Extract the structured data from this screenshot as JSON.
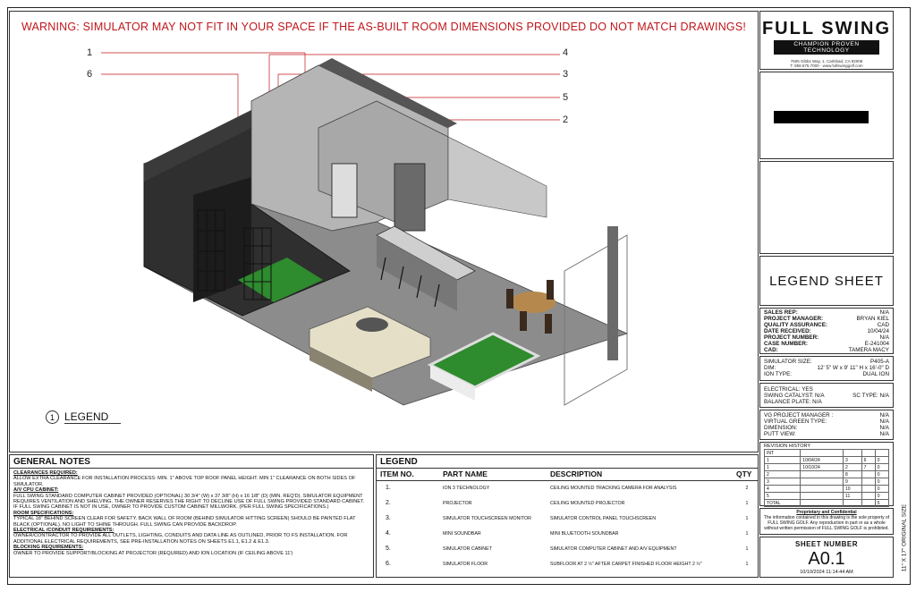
{
  "warning": "WARNING: SIMULATOR MAY NOT FIT IN YOUR SPACE IF THE AS-BUILT ROOM DIMENSIONS PROVIDED DO NOT MATCH DRAWINGS!",
  "callouts_left": [
    "1",
    "6"
  ],
  "callouts_right": [
    "4",
    "3",
    "5",
    "2"
  ],
  "legend_tag": {
    "num": "1",
    "label": "LEGEND"
  },
  "brand": {
    "logo": "FULL SWING",
    "tagline": "CHAMPION PROVEN TECHNOLOGY",
    "address": "7605 Gibbs Way, 1, Carlsbad, CA 92008",
    "phone": "T: 858.675.7000 · www.fullswinggolf.com"
  },
  "sheet_title": "LEGEND SHEET",
  "info": [
    {
      "k": "SALES REP:",
      "v": "N/A"
    },
    {
      "k": "PROJECT MANAGER:",
      "v": "BRYAN KIEL"
    },
    {
      "k": "QUALITY ASSURANCE:",
      "v": "CAD"
    },
    {
      "k": "DATE RECEIVED:",
      "v": "10/04/24"
    },
    {
      "k": "PROJECT NUMBER:",
      "v": "N/A"
    },
    {
      "k": "CASE NUMBER:",
      "v": "E-241004"
    },
    {
      "k": "CAD:",
      "v": "TAMERA MACY"
    }
  ],
  "spec": [
    {
      "k": "SIMULATOR SIZE:",
      "v": "P405-A"
    },
    {
      "k": "DIM:",
      "v": "12' 5\" W x 9' 11\" H x 16'-0\" D"
    },
    {
      "k": "ION TYPE:",
      "v": "DUAL ION"
    }
  ],
  "elec": {
    "electrical_k": "ELECTRICAL:",
    "electrical_v": "YES",
    "catalyst_k": "SWING CATALYST:",
    "catalyst_v": "N/A",
    "sc_k": "SC TYPE:",
    "sc_v": "N/A",
    "balance_k": "BALANCE PLATE:",
    "balance_v": "N/A"
  },
  "vg": [
    {
      "k": "VG PROJECT MANAGER :",
      "v": "N/A"
    },
    {
      "k": "VIRTUAL GREEN TYPE:",
      "v": "N/A"
    },
    {
      "k": "DIMENSION:",
      "v": "N/A"
    },
    {
      "k": "PUTT VIEW:",
      "v": "N/A"
    }
  ],
  "revision": {
    "title": "REVISION HISTORY",
    "headers": [
      "INT",
      "",
      ""
    ],
    "rows": [
      [
        "1",
        "10/04/24",
        "3",
        "6",
        "0"
      ],
      [
        "1",
        "10/10/24",
        "2",
        "7",
        "0"
      ],
      [
        "2",
        "",
        "8",
        "",
        "0"
      ],
      [
        "3",
        "",
        "9",
        "",
        "0"
      ],
      [
        "4",
        "",
        "10",
        "",
        "0"
      ],
      [
        "5",
        "",
        "11",
        "",
        "0"
      ]
    ],
    "total_label": "TOTAL",
    "total": "5"
  },
  "proprietary": {
    "title": "Proprietary and Confidential",
    "text": "The information contained in this drawing is the sole property of FULL SWING GOLF. Any reproduction in part or as a whole without written permission of FULL SWING GOLF is prohibited."
  },
  "sheet_number": {
    "label": "SHEET NUMBER",
    "value": "A0.1",
    "date": "10/10/2024 11:14:44 AM"
  },
  "vertical_note": "11\" X 17\" ORIGINAL SIZE",
  "notes": {
    "title": "GENERAL NOTES",
    "sections": [
      {
        "h": "CLEARANCES REQUIRED:",
        "t": "ALLOW EXTRA CLEARANCE FOR INSTALLATION PROCESS: MIN. 1\" ABOVE TOP ROOF PANEL HEIGHT. MIN 1\" CLEARANCE ON BOTH SIDES OF SIMULATOR."
      },
      {
        "h": "A/V CPU CABINET:",
        "t": "FULL SWING STANDARD COMPUTER CABINET PROVIDED (OPTIONAL) 30 3/4\" (W) x 37 3/8\" (H) x 16 1/8\" (D) (MIN. REQ'D). SIMULATOR EQUIPMENT REQUIRES VENTILATION AND SHELVING. THE OWNER RESERVES THE RIGHT TO DECLINE USE OF FULL SWING PROVIDED STANDARD CABINET. IF FULL SWING CABINET IS NOT IN USE, OWNER TO PROVIDE CUSTOM CABINET MILLWORK. (PER FULL SWING SPECIFICATIONS.)"
      },
      {
        "h": "ROOM SPECIFICATIONS:",
        "t": "TYPICAL 18\" BEHIND SCREEN CLEAR FOR SAFETY. BACK WALL OF ROOM (BEHIND SIMULATOR HITTING SCREEN) SHOULD BE PAINTED FLAT BLACK (OPTIONAL). NO LIGHT TO SHINE THROUGH. FULL SWING CAN PROVIDE BACKDROP."
      },
      {
        "h": "ELECTRICAL /CONDUIT REQUIREMENTS:",
        "t": "OWNER/CONTRACTOR TO PROVIDE ALL OUTLETS, LIGHTING, CONDUITS AND DATA LINE AS OUTLINED, PRIOR TO FS INSTALLATION. FOR ADDITIONAL ELECTRICAL REQUIREMENTS, SEE PRE-INSTALLATION NOTES ON SHEETS E1.1, E1.2 & E1.3."
      },
      {
        "h": "BLOCKING REQUIREMENTS:",
        "t": "OWNER TO PROVIDE SUPPORT/BLOCKING AT PROJECTOR (REQUIRED) AND ION LOCATION (IF CEILING ABOVE 11')"
      }
    ]
  },
  "legend": {
    "title": "LEGEND",
    "headers": [
      "ITEM NO.",
      "PART NAME",
      "DESCRIPTION",
      "QTY"
    ],
    "rows": [
      [
        "1.",
        "ION 3 TECHNOLOGY",
        "CEILING MOUNTED TRACKING CAMERA FOR ANALYSIS",
        "2"
      ],
      [
        "2.",
        "PROJECTOR",
        "CEILING MOUNTED PROJECTOR",
        "1"
      ],
      [
        "3.",
        "SIMULATOR TOUCHSCREEN MONITOR",
        "SIMULATOR CONTROL PANEL TOUCHSCREEN",
        "1"
      ],
      [
        "4.",
        "MINI SOUNDBAR",
        "MINI BLUETOOTH SOUNDBAR",
        "1"
      ],
      [
        "5.",
        "SIMULATOR CABINET",
        "SIMULATOR COMPUTER CABINET AND A/V EQUIPMENT",
        "1"
      ],
      [
        "6.",
        "SIMULATOR FLOOR",
        "SUBFLOOR AT 2 ½\" AFTER CARPET FINISHED FLOOR HEIGHT 2 ½\"",
        "1"
      ]
    ]
  },
  "colors": {
    "warning": "#c0161b",
    "turf": "#2e8b2e",
    "wall_dark": "#2a2a2a",
    "wall_light": "#9a9a9a"
  }
}
